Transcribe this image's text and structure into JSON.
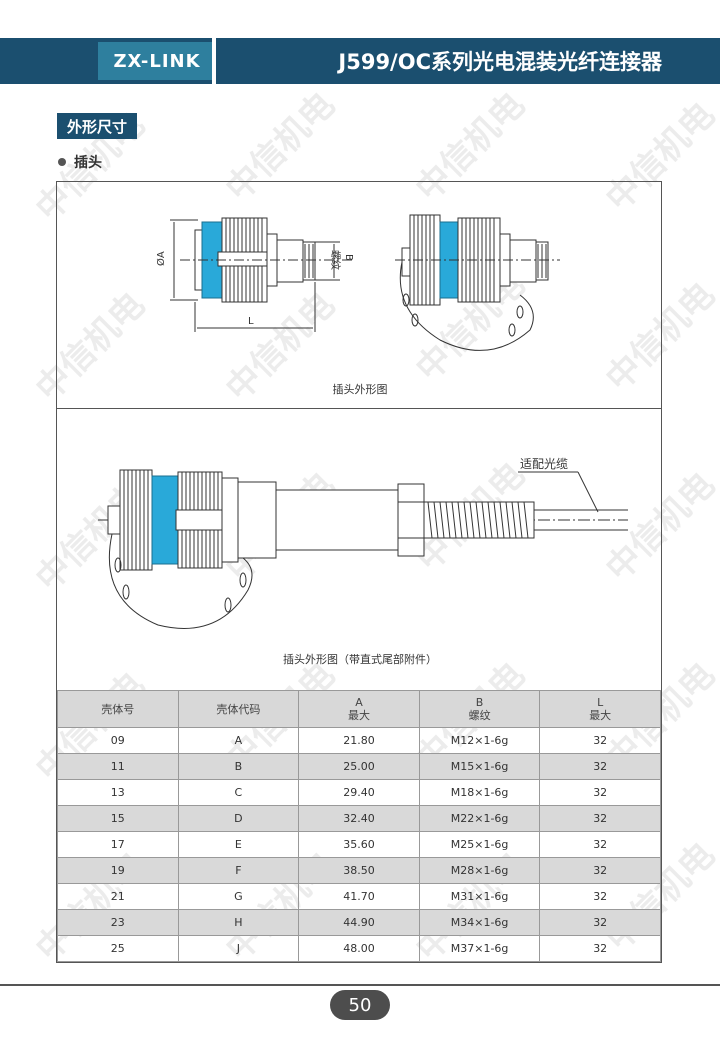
{
  "header": {
    "brand": "ZX-LINK",
    "title": "J599/OC系列光电混装光纤连接器"
  },
  "section": {
    "tag": "外形尺寸",
    "bullet": "插头"
  },
  "drawing1": {
    "caption": "插头外形图",
    "dim_a": "ØA",
    "dim_b": "B",
    "dim_b_sub": "螺纹",
    "dim_l": "L"
  },
  "drawing2": {
    "caption": "插头外形图（带直式尾部附件）",
    "cable_label": "适配光缆"
  },
  "table": {
    "headers": [
      {
        "top": "壳体号",
        "bottom": ""
      },
      {
        "top": "壳体代码",
        "bottom": ""
      },
      {
        "top": "A",
        "bottom": "最大"
      },
      {
        "top": "B",
        "bottom": "螺纹"
      },
      {
        "top": "L",
        "bottom": "最大"
      }
    ],
    "rows": [
      [
        "09",
        "A",
        "21.80",
        "M12×1-6g",
        "32"
      ],
      [
        "11",
        "B",
        "25.00",
        "M15×1-6g",
        "32"
      ],
      [
        "13",
        "C",
        "29.40",
        "M18×1-6g",
        "32"
      ],
      [
        "15",
        "D",
        "32.40",
        "M22×1-6g",
        "32"
      ],
      [
        "17",
        "E",
        "35.60",
        "M25×1-6g",
        "32"
      ],
      [
        "19",
        "F",
        "38.50",
        "M28×1-6g",
        "32"
      ],
      [
        "21",
        "G",
        "41.70",
        "M31×1-6g",
        "32"
      ],
      [
        "23",
        "H",
        "44.90",
        "M34×1-6g",
        "32"
      ],
      [
        "25",
        "J",
        "48.00",
        "M37×1-6g",
        "32"
      ]
    ]
  },
  "footer": {
    "page_number": "50"
  },
  "watermark": "中信机电",
  "colors": {
    "header_bg": "#1b4f6f",
    "brand_bg": "#2e7f9e",
    "accent_cyan": "#29a9d9",
    "row_alt": "#d9d9d9"
  }
}
